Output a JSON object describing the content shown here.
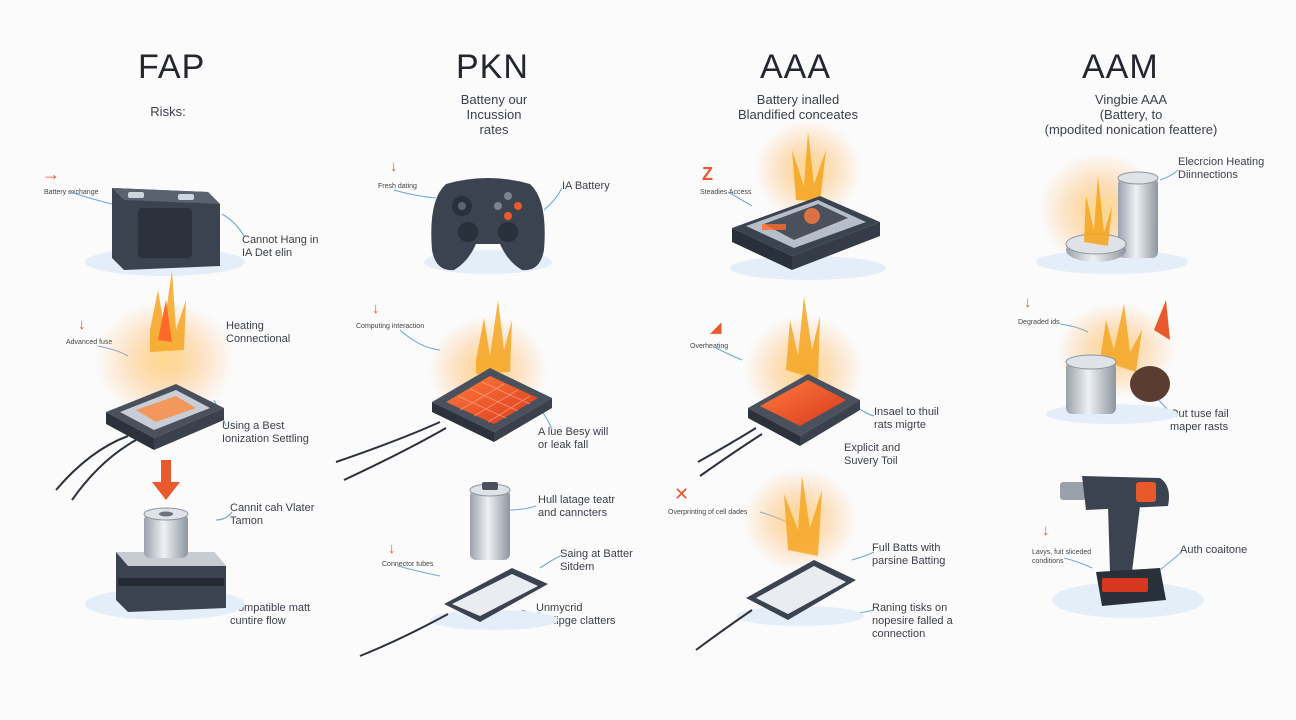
{
  "columns": [
    {
      "title": "FAP",
      "subtitle": "Risks:",
      "labels": {
        "tag1": "Battery exchange",
        "note1": "Cannot Hang in\nIA Det elin",
        "tag2": "Advanced fuse",
        "note2": "Heating\nConnectional",
        "note3": "Using a Best\nIonization Settling",
        "note4": "Cannit cah Vlater\nTamon",
        "note5": "Compatible matt\ncuntire flow"
      }
    },
    {
      "title": "PKN",
      "subtitle": "Batteny our\nIncussion\nrates",
      "labels": {
        "tag1": "Fresh dating",
        "note1": "IA Battery",
        "tag2": "Computing interaction",
        "note2": "A lue Besy will\nor leak fall",
        "note3": "Hull latage teatr\nand canncters",
        "tag3": "Connector tubes",
        "note4": "Saing at Batter\nSitdem",
        "note5": "Unmycrid\nbuclipge clatters"
      }
    },
    {
      "title": "AAA",
      "subtitle": "Battery inalled\nBlandified conceates",
      "labels": {
        "mark1": "Z",
        "tag1": "Steadies Access",
        "tag2": "Overheating",
        "note2": "Insael to thuil\nrats migrte",
        "note3": "Explicit and\nSuvery Toil",
        "mark3": "✕",
        "tag3": "Overprinting of cell dades",
        "note4": "Full Batts with\nparsine Batting",
        "note5": "Raning tisks on\nnopesire falled a\nconnection"
      }
    },
    {
      "title": "AAM",
      "subtitle": "Vingbie AAA\n(Battery, to\n(mpodited nonication feattere)",
      "labels": {
        "note1": "Elecrcion Heating\nDiinnections",
        "tag2": "Degraded ids",
        "note2": "Out tuse fail\nmaper rasts",
        "tag3": "Lavys, fuit sliceded\nconditions",
        "note3": "Auth coaitone"
      }
    }
  ],
  "colors": {
    "accent": "#e8592c",
    "flame": "#f5a623",
    "device": "#3c4350",
    "metal": "#c9ced6",
    "leader": "#6fa8d8",
    "shadow": "#dde9f5"
  }
}
